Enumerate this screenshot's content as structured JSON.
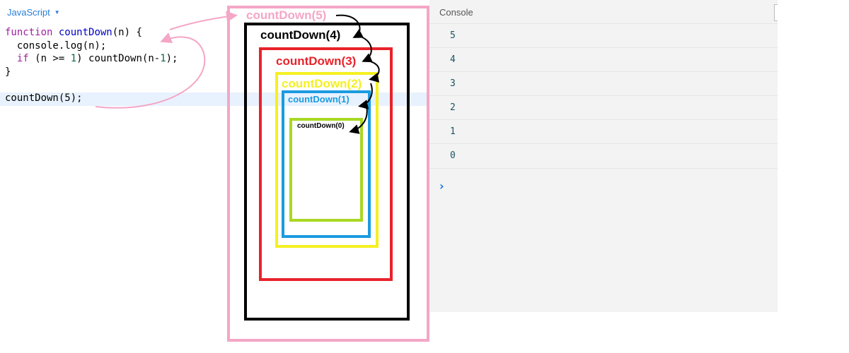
{
  "editor": {
    "language": "JavaScript",
    "code": {
      "line1": {
        "kw": "function",
        "name": "countDown",
        "rest": "(n) {"
      },
      "line2": "console.log(n);",
      "line3": {
        "kw": "if",
        "open": " (n >= ",
        "num": "1",
        "mid": ") countDown(n-",
        "num2": "1",
        "close": ");"
      },
      "line4": "}",
      "line6": "countDown(5);"
    }
  },
  "console": {
    "title": "Console",
    "logs": [
      "5",
      "4",
      "3",
      "2",
      "1",
      "0"
    ],
    "prompt": "›"
  },
  "diagram": {
    "frames": [
      {
        "label": "countDown(5)",
        "color": "#f4a6c6"
      },
      {
        "label": "countDown(4)",
        "color": "#000000"
      },
      {
        "label": "countDown(3)",
        "color": "#e8232b"
      },
      {
        "label": "countDown(2)",
        "color": "#f5f021"
      },
      {
        "label": "countDown(1)",
        "color": "#1b9be0"
      },
      {
        "label": "countDown(0)",
        "color": "#a8d822"
      }
    ]
  }
}
